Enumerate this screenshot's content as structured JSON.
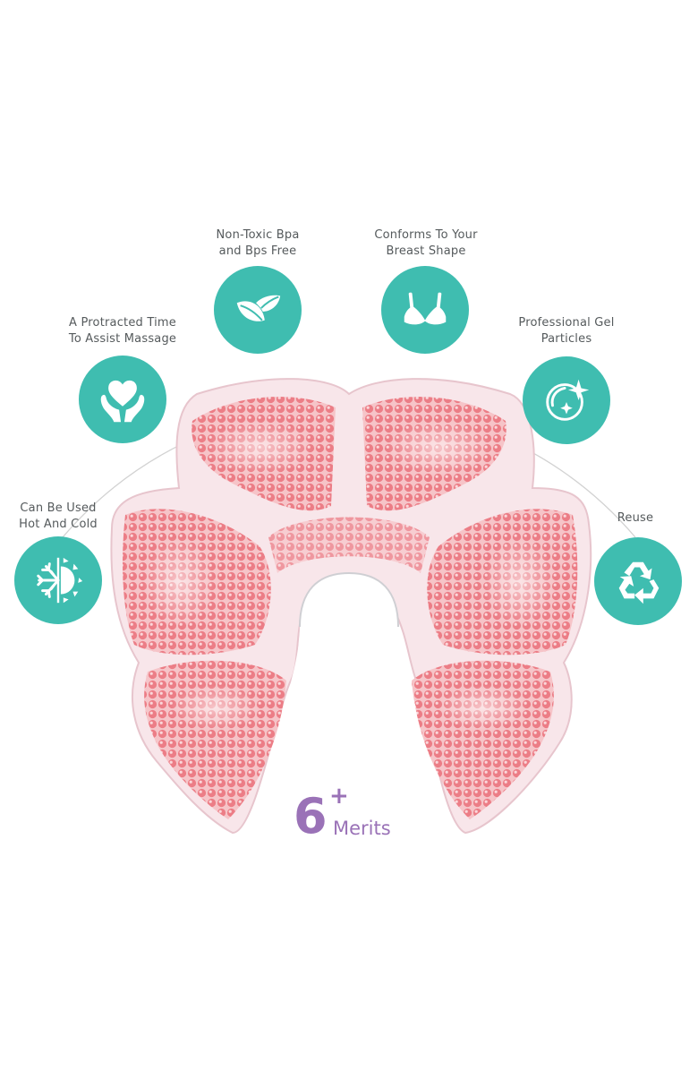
{
  "features": [
    {
      "id": "hot-cold",
      "line1": "Can Be Used",
      "line2": "Hot And Cold",
      "icon": "snowflake-sun-icon"
    },
    {
      "id": "massage",
      "line1": "A Protracted Time",
      "line2": "To Assist Massage",
      "icon": "heart-hands-icon"
    },
    {
      "id": "non-toxic",
      "line1": "Non-Toxic Bpa",
      "line2": "and Bps Free",
      "icon": "leaves-icon"
    },
    {
      "id": "conforms",
      "line1": "Conforms To Your",
      "line2": "Breast Shape",
      "icon": "bra-icon"
    },
    {
      "id": "gel",
      "line1": "Professional Gel",
      "line2": "Particles",
      "icon": "sparkle-bubble-icon"
    },
    {
      "id": "reuse",
      "line1": "Reuse",
      "line2": "",
      "icon": "recycle-icon"
    }
  ],
  "merits": {
    "count": "6",
    "plus": "+",
    "label": "Merits"
  },
  "colors": {
    "teal": "#3fbdb0",
    "label_text": "#555a5c",
    "merits_purple": "#9a72b7",
    "gel_pink": "#f07f87",
    "arc_line": "#d0d0d0"
  }
}
